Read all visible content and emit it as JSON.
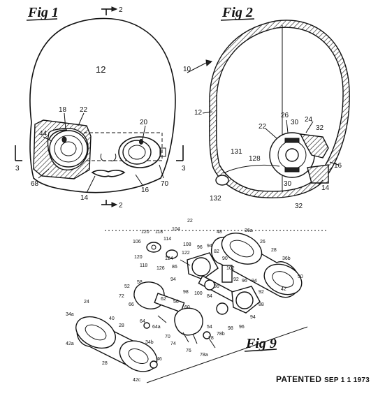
{
  "figures": {
    "fig1": {
      "title": "Fig 1",
      "section_marks": {
        "top": "2",
        "bottom": "2",
        "left": "3",
        "right": "3"
      },
      "refs": {
        "r12": "12",
        "r18": "18",
        "r22": "22",
        "r20": "20",
        "r44": "44",
        "r68": "68",
        "r14": "14",
        "r16": "16",
        "r70": "70"
      }
    },
    "fig2": {
      "title": "Fig 2",
      "refs": {
        "r10": "10",
        "r12": "12",
        "r22": "22",
        "r26": "26",
        "r30a": "30",
        "r24": "24",
        "r32a": "32",
        "r131": "131",
        "r128": "128",
        "r16": "16",
        "r132": "132",
        "r30b": "30",
        "r14": "14",
        "r32b": "32"
      }
    },
    "fig9": {
      "title": "Fig 9",
      "refs": {
        "r22": "22",
        "r104": "104",
        "r118a": "118",
        "r120a": "120",
        "r106": "106",
        "r114": "114",
        "r108": "108",
        "r122": "122",
        "r120b": "120",
        "r124": "124",
        "r118b": "118",
        "r126": "126",
        "r86a": "86",
        "r48": "48",
        "r36a": "36a",
        "r26": "26",
        "r28a": "28",
        "r36b": "36b",
        "r50": "50",
        "r96a": "96",
        "r94a": "94",
        "r82": "82",
        "r90": "90",
        "r102": "102",
        "r94b": "94",
        "r98a": "98",
        "r100": "100",
        "r84": "84",
        "r86b": "86",
        "r92a": "92",
        "r42": "42",
        "r96b": "96",
        "r94c": "94",
        "r92b": "92",
        "r88": "88",
        "r94d": "94",
        "r98b": "98",
        "r96c": "96",
        "r52": "52",
        "r58": "58",
        "r72": "72",
        "r62": "62",
        "r66": "66",
        "r56": "56",
        "r60": "60",
        "r64": "64",
        "r64a": "64a",
        "r70": "70",
        "r74": "74",
        "r54": "54",
        "r76": "76",
        "r78": "78",
        "r78a": "78a",
        "r78b": "78b",
        "r24": "24",
        "r34a": "34a",
        "r40": "40",
        "r28b": "28",
        "r42a": "42a",
        "r34b": "34b",
        "r28c": "28",
        "r46": "46",
        "r42c": "42c"
      }
    }
  },
  "stamp": {
    "patented": "PATENTED",
    "date": "SEP 1 1 1973"
  }
}
